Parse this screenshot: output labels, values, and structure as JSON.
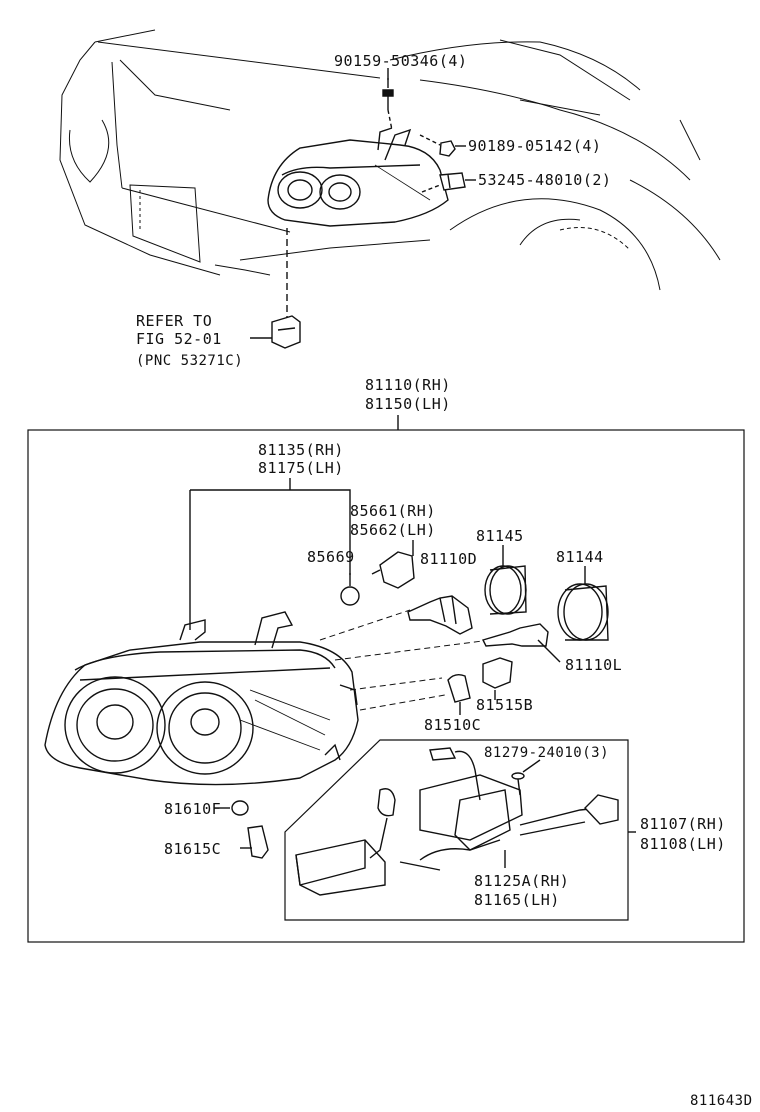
{
  "diagram_id": "811643D",
  "callouts": {
    "bolt_top": "90159-50346(4)",
    "nut": "90189-05142(4)",
    "clip": "53245-48010(2)",
    "refer_line1": "REFER TO",
    "refer_line2": "FIG 52-01",
    "refer_line3": "(PNC 53271C)",
    "assy_rh": "81110(RH)",
    "assy_lh": "81150(LH)",
    "unit_rh": "81135(RH)",
    "unit_lh": "81175(LH)",
    "socket_rh": "85661(RH)",
    "socket_lh": "85662(LH)",
    "oring": "85669",
    "bulb_d": "81110D",
    "cover_81145": "81145",
    "cover_81144": "81144",
    "bulb_l": "81110L",
    "socket_b": "81515B",
    "bulb_c": "81510C",
    "screw": "81279-24010(3)",
    "ballast_rh": "81107(RH)",
    "ballast_lh": "81108(LH)",
    "cord_rh": "81125A(RH)",
    "cord_lh": "81165(LH)",
    "bulb_f": "81610F",
    "socket_c": "81615C"
  }
}
